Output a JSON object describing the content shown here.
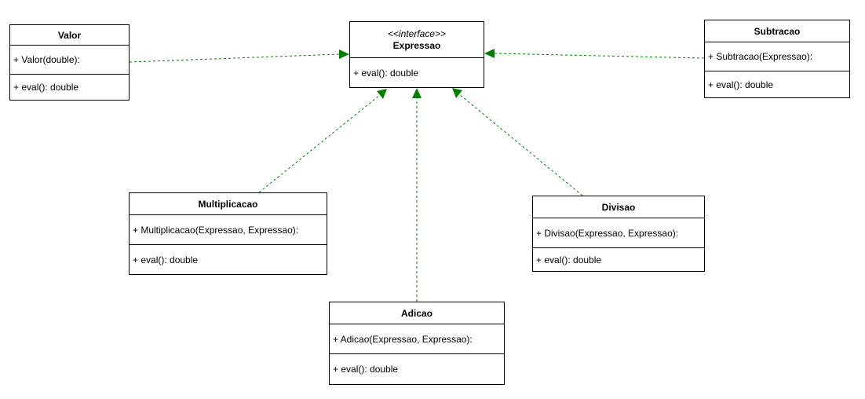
{
  "colors": {
    "line": "#000000",
    "connector": "#008000",
    "background": "#ffffff"
  },
  "classes": {
    "expressao": {
      "stereotype": "<<interface>>",
      "name": "Expressao",
      "constructor": "",
      "method": "+ eval(): double"
    },
    "valor": {
      "name": "Valor",
      "constructor": "+ Valor(double):",
      "method": "+ eval(): double"
    },
    "subtracao": {
      "name": "Subtracao",
      "constructor": "+ Subtracao(Expressao):",
      "method": "+ eval(): double"
    },
    "multiplicacao": {
      "name": "Multiplicacao",
      "constructor": "+ Multiplicacao(Expressao, Expressao):",
      "method": "+ eval(): double"
    },
    "divisao": {
      "name": "Divisao",
      "constructor": "+ Divisao(Expressao, Expressao):",
      "method": "+ eval(): double"
    },
    "adicao": {
      "name": "Adicao",
      "constructor": "+ Adicao(Expressao, Expressao):",
      "method": "+ eval(): double"
    }
  },
  "relations": [
    {
      "type": "realization",
      "from": "valor",
      "to": "expressao"
    },
    {
      "type": "realization",
      "from": "subtracao",
      "to": "expressao"
    },
    {
      "type": "realization",
      "from": "multiplicacao",
      "to": "expressao"
    },
    {
      "type": "realization",
      "from": "adicao",
      "to": "expressao"
    },
    {
      "type": "realization",
      "from": "divisao",
      "to": "expressao"
    }
  ]
}
